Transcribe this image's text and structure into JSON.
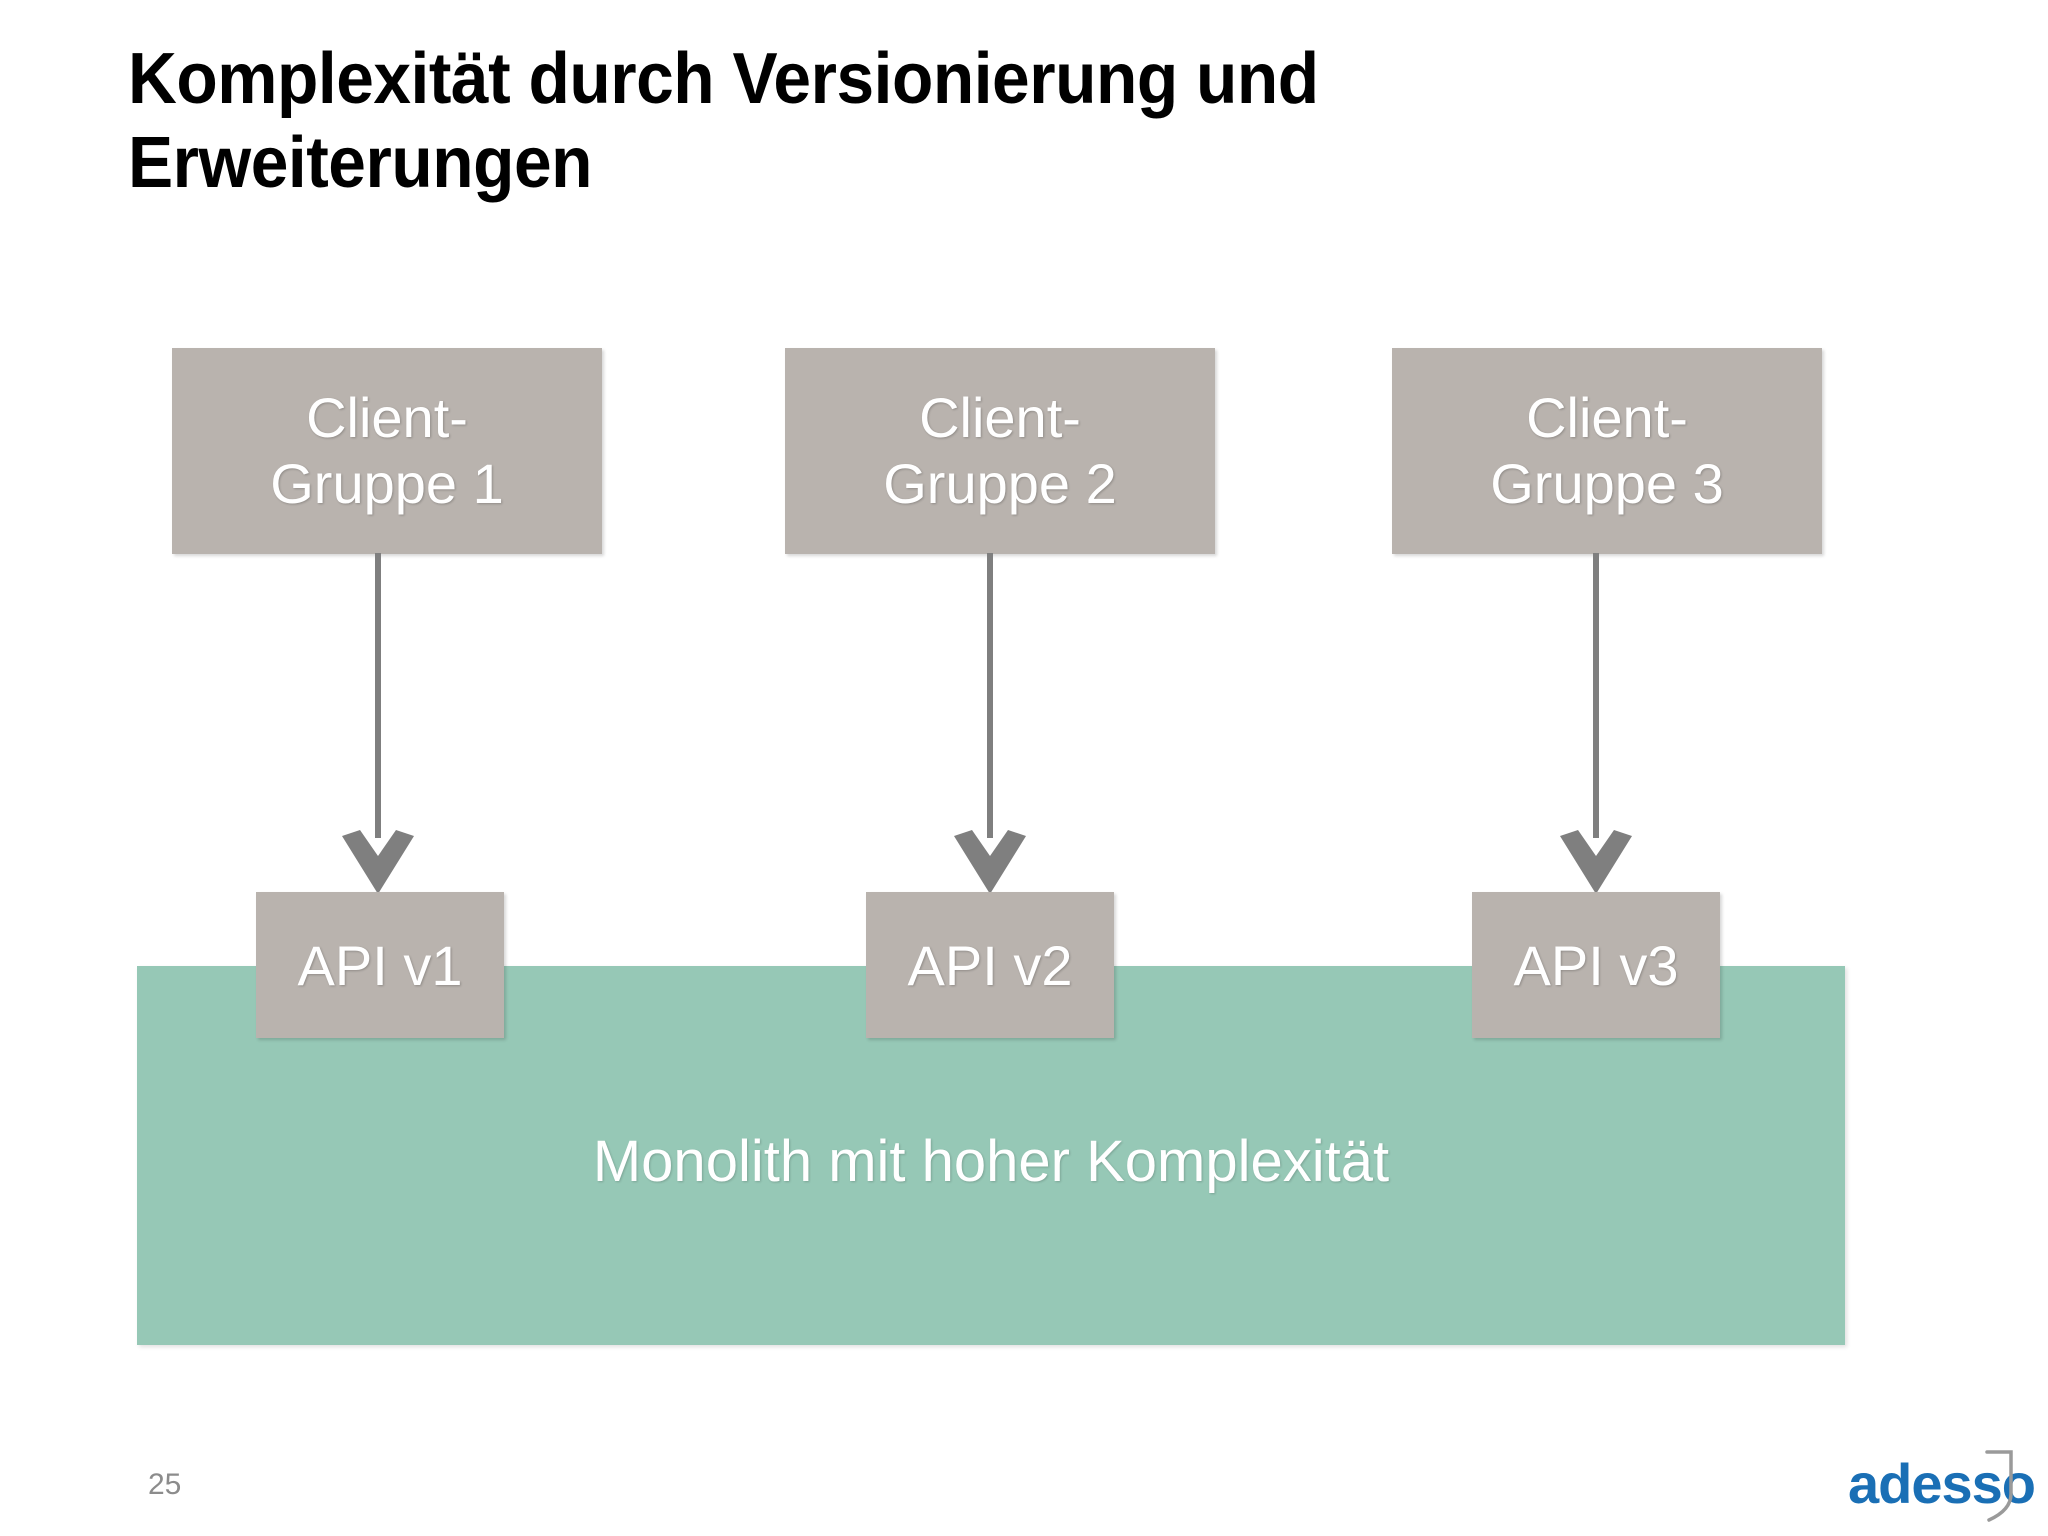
{
  "slide": {
    "title_lines": [
      "Komplexität durch Versionierung und",
      "Erweiterungen"
    ],
    "page_number": "25"
  },
  "diagram": {
    "clients": [
      {
        "label": "Client-\nGruppe 1"
      },
      {
        "label": "Client-\nGruppe 2"
      },
      {
        "label": "Client-\nGruppe 3"
      }
    ],
    "apis": [
      {
        "label": "API v1"
      },
      {
        "label": "API v2"
      },
      {
        "label": "API v3"
      }
    ],
    "monolith": {
      "label": "Monolith mit hoher Komplexität"
    },
    "colors": {
      "box_gray": "#b9b3ae",
      "monolith_green": "#96c8b6",
      "arrow_gray": "#7f7f7f",
      "title_black": "#000000",
      "label_white": "#ffffff",
      "page_number_gray": "#8c8c8c",
      "logo_blue": "#1a6fb5"
    }
  },
  "branding": {
    "logo_text": "adesso"
  }
}
